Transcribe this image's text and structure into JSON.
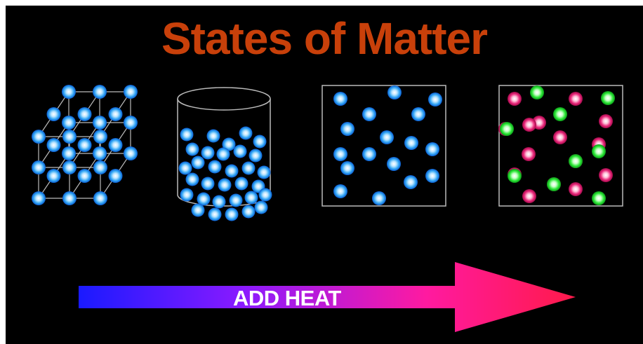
{
  "title": "States of Matter",
  "arrow": {
    "label": "ADD HEAT",
    "gradient": [
      "#1a1aff",
      "#8a1aff",
      "#ff1aa0",
      "#ff1a4a"
    ]
  },
  "colors": {
    "background": "#000000",
    "title": "#c8400a",
    "molecule_blue": "#35a8f5",
    "molecule_pink": "#e8287a",
    "molecule_green": "#2ee838",
    "line": "#bbbbbb"
  },
  "panels": [
    {
      "state": "solid",
      "icon": "lattice-cube-icon"
    },
    {
      "state": "liquid",
      "icon": "filled-beaker-icon"
    },
    {
      "state": "gas",
      "icon": "gas-box-icon"
    },
    {
      "state": "plasma",
      "icon": "plasma-box-icon"
    }
  ]
}
